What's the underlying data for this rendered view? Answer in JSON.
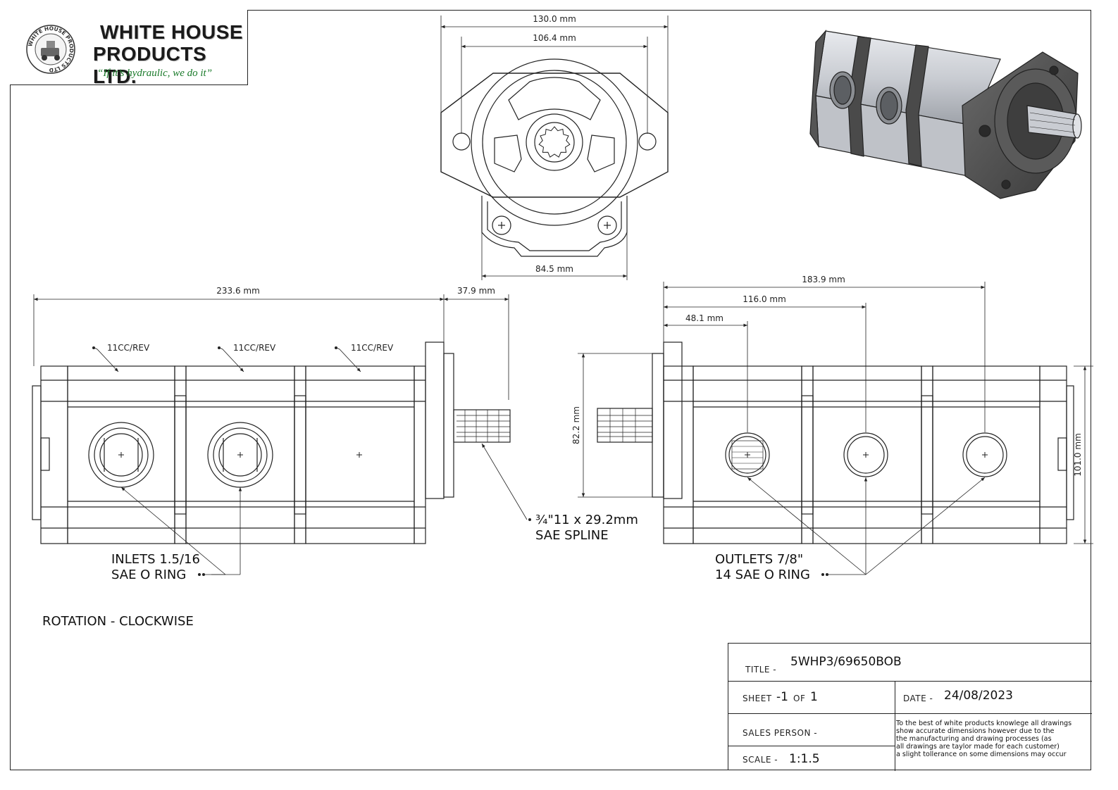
{
  "company": {
    "name_line1": "WHITE HOUSE",
    "name_line2": "PRODUCTS LTD.",
    "tagline": "“If it’s hydraulic, we do it”",
    "badge_text": "WHITE HOUSE PRODUCTS LTD",
    "badge_color": "#2a2a2a",
    "tagline_color": "#1a7a2a"
  },
  "front_view": {
    "dim_overall": "130.0 mm",
    "dim_bolt_centres": "106.4 mm",
    "dim_base": "84.5 mm"
  },
  "left_view": {
    "dim_body": "233.6 mm",
    "dim_shaft": "37.9 mm",
    "section_labels": [
      "11CC/REV",
      "11CC/REV",
      "11CC/REV"
    ],
    "inlets_line1": "INLETS 1.5/16",
    "inlets_line2": "SAE O RING",
    "spline_line1": "¾\"11 x 29.2mm",
    "spline_line2": "SAE SPLINE"
  },
  "right_view": {
    "dim_a": "183.9 mm",
    "dim_b": "116.0 mm",
    "dim_c": "48.1 mm",
    "dim_flange": "82.2 mm",
    "dim_height": "101.0 mm",
    "outlets_line1": "OUTLETS 7/8\"",
    "outlets_line2": "14 SAE O RING"
  },
  "rotation_note": "ROTATION - CLOCKWISE",
  "title_block": {
    "title_label": "TITLE -",
    "title_value": "5WHP3/69650BOB",
    "sheet_label": "SHEET",
    "sheet_number": "-1",
    "of_label": "OF",
    "sheet_total": "1",
    "date_label": "DATE -",
    "date_value": "24/08/2023",
    "sales_label": "SALES PERSON -",
    "scale_label": "SCALE -",
    "scale_value": "1:1.5",
    "disclaimer_lines": [
      "To the best of white products knowlege all drawings",
      "show accurate dimensions however due to the",
      "the manufacturing and drawing processes (as",
      "all drawings are taylor made for each customer)",
      "a slight tollerance on some dimensions may occur"
    ]
  }
}
